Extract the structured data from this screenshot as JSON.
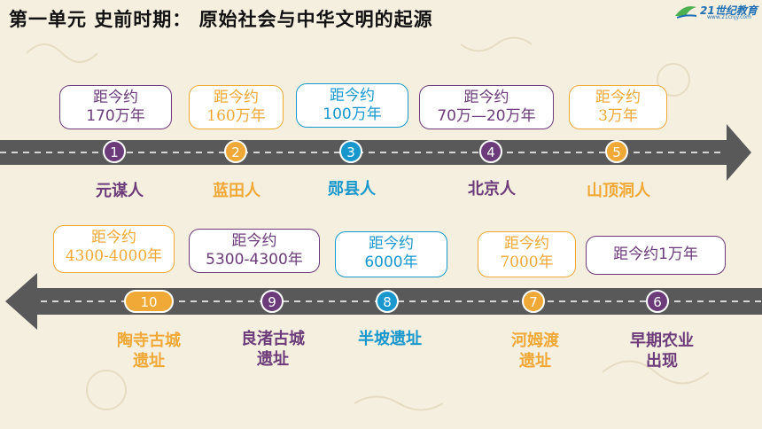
{
  "title": "第一单元 史前时期：  原始社会与中华文明的起源",
  "logo": {
    "text": "21世纪教育",
    "sub": "www.21cnjy.com"
  },
  "colors": {
    "purple": "#6b3b7a",
    "orange": "#f0a836",
    "blue": "#1897cd",
    "arrow": "#595959"
  },
  "top_row": [
    {
      "num": "1",
      "line1": "距今约",
      "line2": "170万年",
      "name": "元谋人",
      "color": "purple"
    },
    {
      "num": "2",
      "line1": "距今约",
      "line2": "160万年",
      "name": "蓝田人",
      "color": "orange"
    },
    {
      "num": "3",
      "line1": "距今约",
      "line2": "100万年",
      "name": "郧县人",
      "color": "blue"
    },
    {
      "num": "4",
      "line1": "距今约",
      "line2": "70万—20万年",
      "name": "北京人",
      "color": "purple"
    },
    {
      "num": "5",
      "line1": "距今约",
      "line2": "3万年",
      "name": "山顶洞人",
      "color": "orange"
    }
  ],
  "bottom_row": [
    {
      "num": "10",
      "line1": "距今约",
      "line2": "4300-4000年",
      "name1": "陶寺古城",
      "name2": "遗址",
      "color": "orange"
    },
    {
      "num": "9",
      "line1": "距今约",
      "line2": "5300-4300年",
      "name1": "良渚古城",
      "name2": "遗址",
      "color": "purple"
    },
    {
      "num": "8",
      "line1": "距今约",
      "line2": "6000年",
      "name1": "半坡遗址",
      "name2": "",
      "color": "blue"
    },
    {
      "num": "7",
      "line1": "距今约",
      "line2": "7000年",
      "name1": "河姆渡",
      "name2": "遗址",
      "color": "orange"
    },
    {
      "num": "6",
      "line1": "距今约1万年",
      "line2": "",
      "name1": "早期农业",
      "name2": "出现",
      "color": "purple"
    }
  ]
}
